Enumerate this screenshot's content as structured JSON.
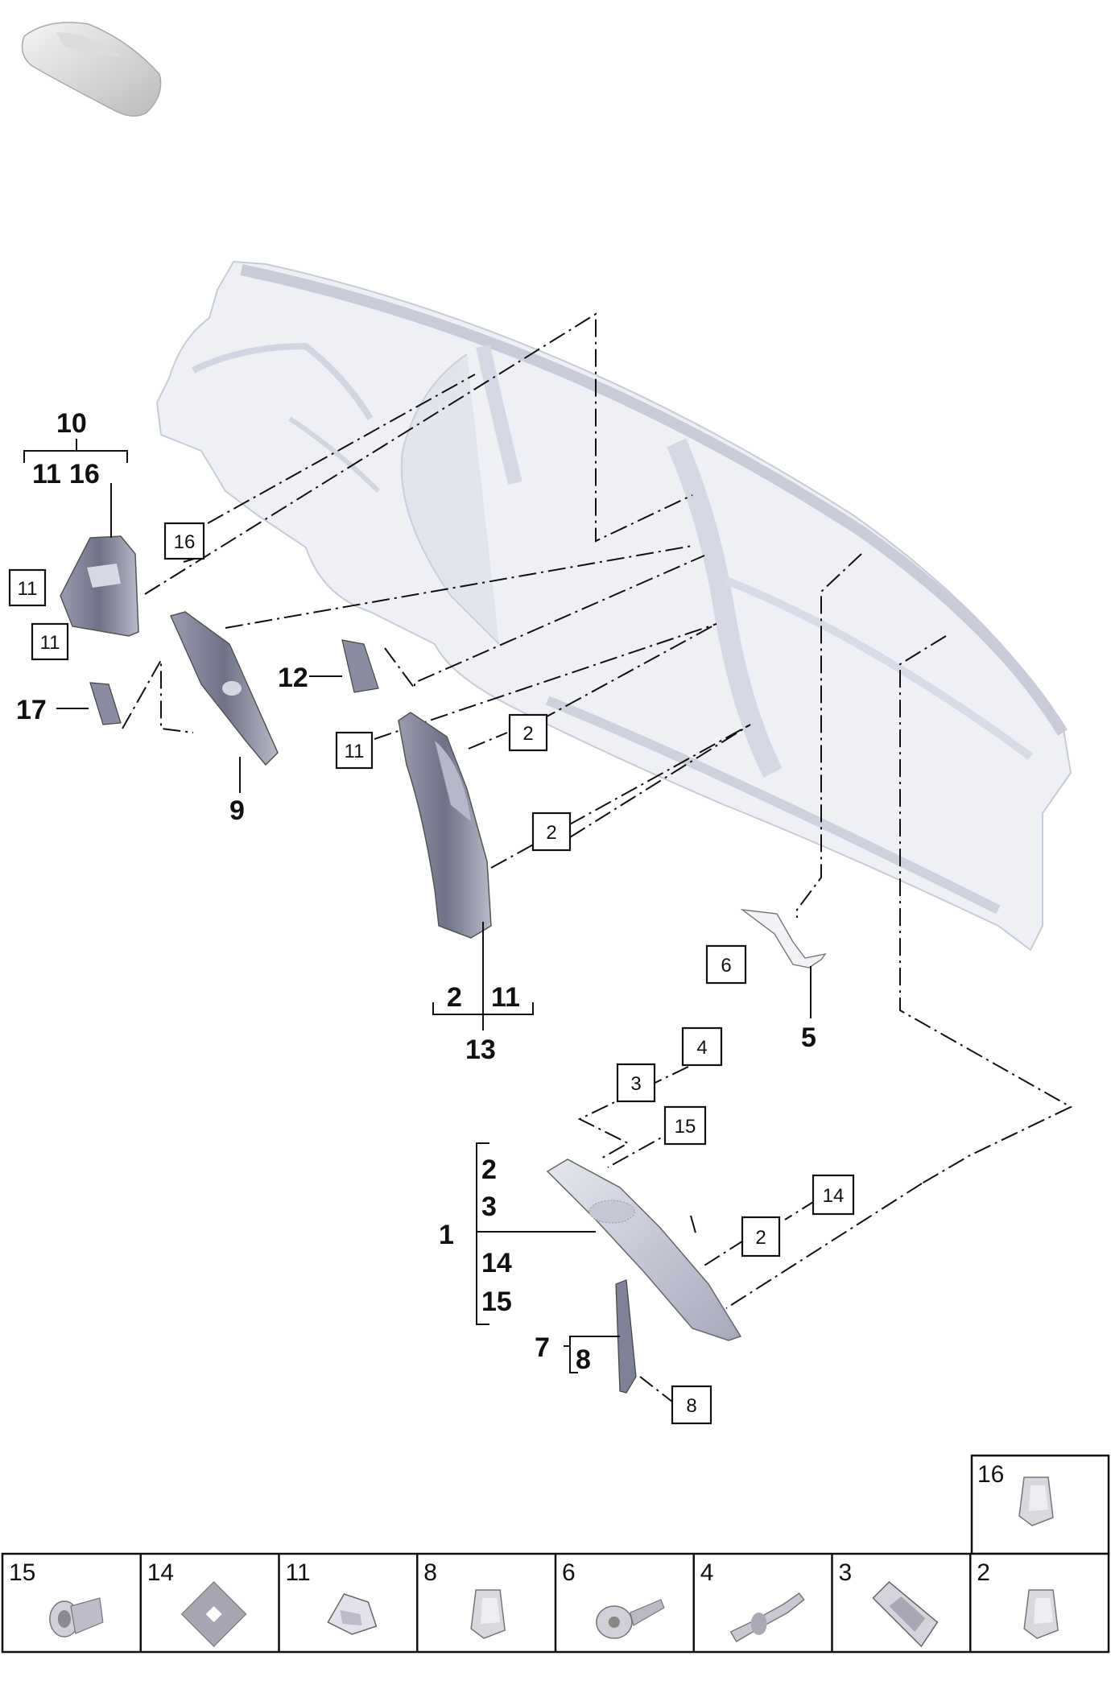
{
  "callouts": {
    "n10": "10",
    "n11a": "11",
    "n16a": "16",
    "n12": "12",
    "n17": "17",
    "n9": "9",
    "n13": "13",
    "n13_sub2": "2",
    "n13_sub11": "11",
    "n5": "5",
    "n1": "1",
    "n1_2": "2",
    "n1_3": "3",
    "n1_14": "14",
    "n1_15": "15",
    "n7": "7",
    "n7_8": "8"
  },
  "boxed": {
    "b16": "16",
    "b11_top": "11",
    "b11_mid": "11",
    "b11_pillar": "11",
    "b2_upper": "2",
    "b2_lower": "2",
    "b6": "6",
    "b4": "4",
    "b3": "3",
    "b15": "15",
    "b14": "14",
    "b2_trim": "2",
    "b8": "8"
  },
  "legend": {
    "top_cell": {
      "number": "16",
      "icon": "clip-icon"
    },
    "cells": [
      {
        "number": "15",
        "icon": "rivet-nut-icon"
      },
      {
        "number": "14",
        "icon": "foam-pad-icon"
      },
      {
        "number": "11",
        "icon": "spring-clip-icon"
      },
      {
        "number": "8",
        "icon": "clip-icon"
      },
      {
        "number": "6",
        "icon": "screw-icon"
      },
      {
        "number": "4",
        "icon": "pin-icon"
      },
      {
        "number": "3",
        "icon": "bracket-clip-icon"
      },
      {
        "number": "2",
        "icon": "clip-icon"
      }
    ]
  },
  "colors": {
    "body": "#eef0f6",
    "trim": "#7d7f92",
    "line": "#111111"
  }
}
